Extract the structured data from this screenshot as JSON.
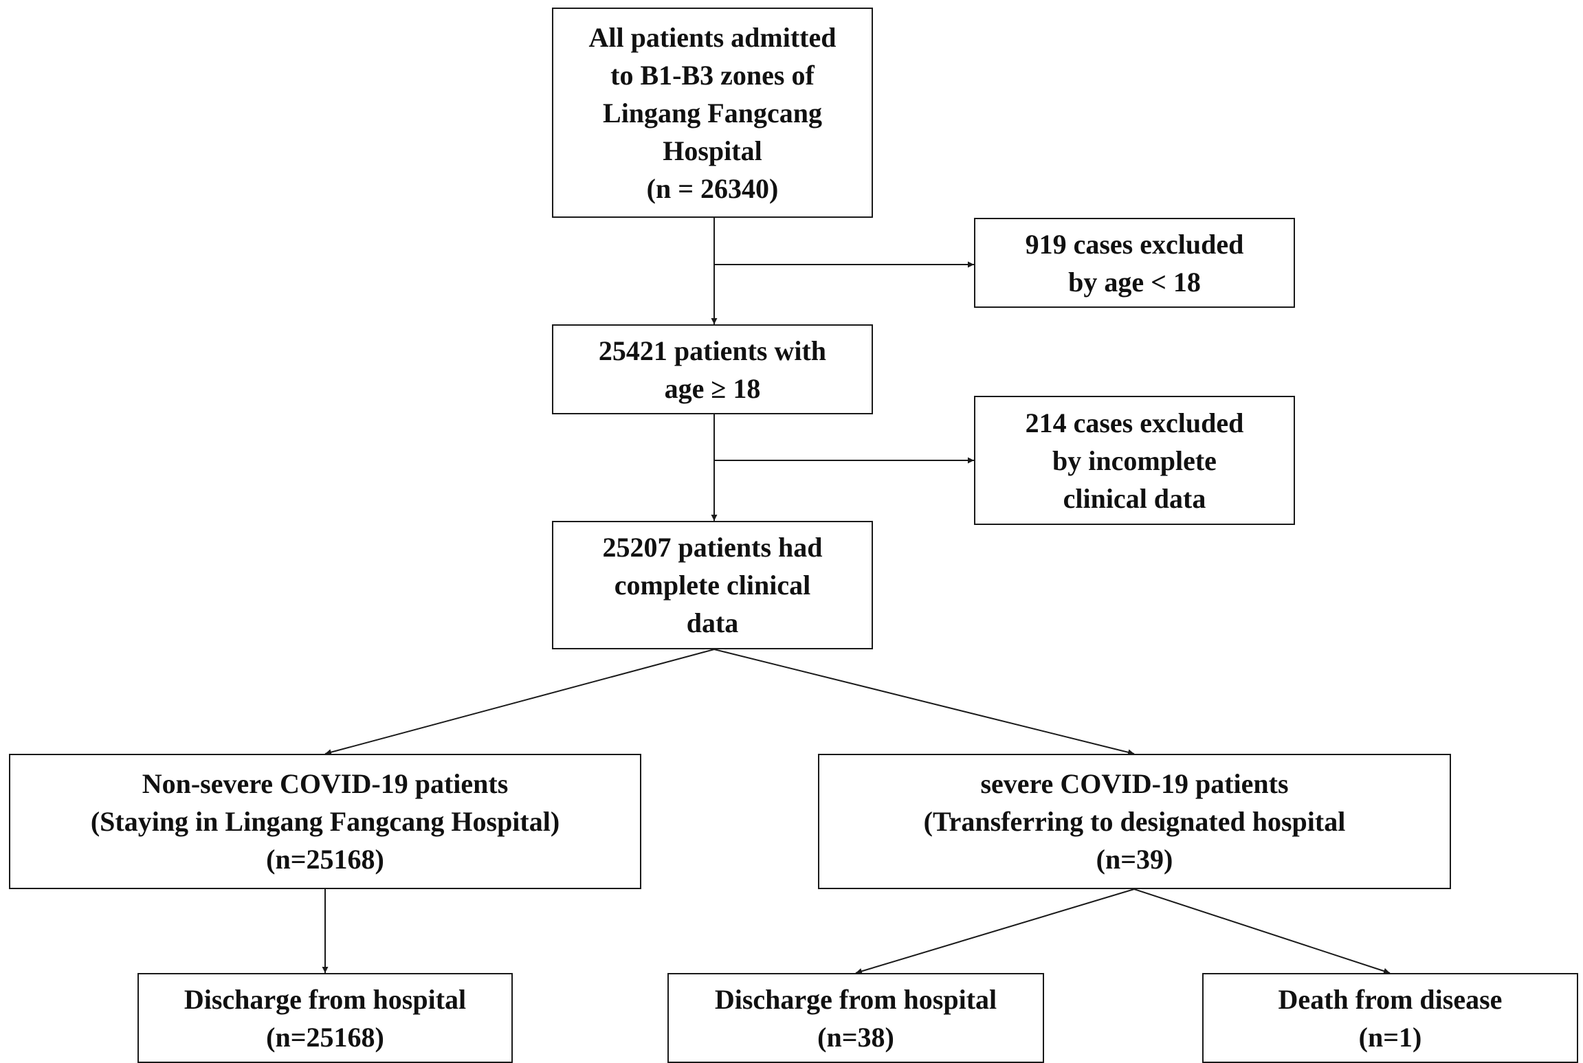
{
  "nodes": [
    {
      "id": "n1",
      "lines": [
        "All patients admitted",
        "to B1-B3 zones of",
        "Lingang Fangcang",
        "Hospital",
        "(n = 26340)"
      ]
    },
    {
      "id": "x1",
      "lines": [
        "919 cases excluded",
        "by age < 18"
      ]
    },
    {
      "id": "n2",
      "lines": [
        "25421 patients with",
        "age ≥ 18"
      ]
    },
    {
      "id": "x2",
      "lines": [
        "214 cases excluded",
        "by incomplete",
        "clinical  data"
      ]
    },
    {
      "id": "n3",
      "lines": [
        "25207 patients had",
        "complete clinical",
        "data"
      ]
    },
    {
      "id": "nonsevere",
      "lines": [
        "Non-severe COVID-19  patients",
        "(Staying in Lingang Fangcang Hospital)",
        "(n=25168)"
      ]
    },
    {
      "id": "severe",
      "lines": [
        "severe COVID-19  patients",
        "(Transferring  to designated hospital",
        "(n=39)"
      ]
    },
    {
      "id": "discharge1",
      "lines": [
        "Discharge  from  hospital",
        "(n=25168)"
      ]
    },
    {
      "id": "discharge2",
      "lines": [
        "Discharge  from  hospital",
        "(n=38)"
      ]
    },
    {
      "id": "death",
      "lines": [
        "Death from disease",
        "(n=1)"
      ]
    }
  ],
  "edges": [
    {
      "from": "n1",
      "to": "n2"
    },
    {
      "from": "n1",
      "to": "x1"
    },
    {
      "from": "n2",
      "to": "n3"
    },
    {
      "from": "n2",
      "to": "x2"
    },
    {
      "from": "n3",
      "to": "nonsevere"
    },
    {
      "from": "n3",
      "to": "severe"
    },
    {
      "from": "nonsevere",
      "to": "discharge1"
    },
    {
      "from": "severe",
      "to": "discharge2"
    },
    {
      "from": "severe",
      "to": "death"
    }
  ]
}
